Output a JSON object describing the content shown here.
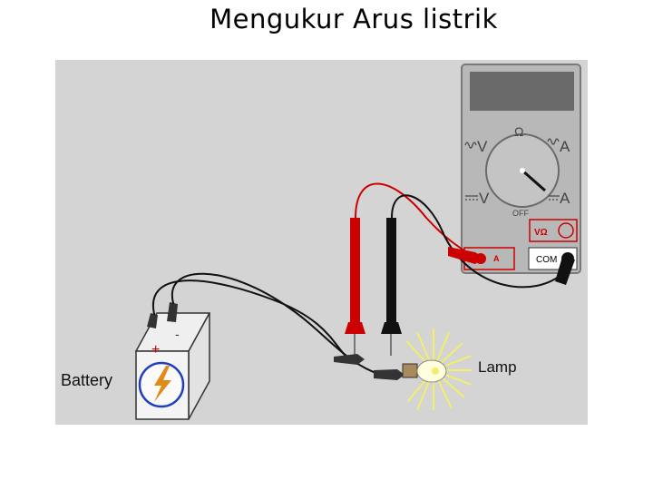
{
  "title": "Mengukur Arus listrik",
  "diagram": {
    "battery_label": "Battery",
    "battery_plus": "+",
    "battery_minus": "-",
    "lamp_label": "Lamp",
    "meter": {
      "label_ac_volts": "V",
      "label_ac_amps": "A",
      "label_dc_volts": "V",
      "label_dc_amps": "A",
      "label_ohm": "Ω",
      "label_off": "OFF",
      "jack_vohm": "VΩ",
      "jack_a": "A",
      "jack_com": "COM"
    },
    "colors": {
      "background": "#d4d4d4",
      "meter_body": "#b8b8b8",
      "display": "#6a6a6a",
      "red_probe": "#cc0000",
      "black_probe": "#111111",
      "lamp_glow": "#f2ef6a",
      "bolt": "#e08a1a",
      "battery_ring": "#1f3fbf"
    }
  }
}
